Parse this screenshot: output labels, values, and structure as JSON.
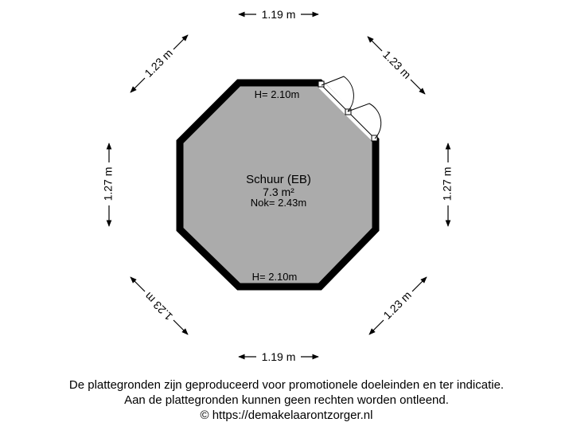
{
  "room": {
    "name": "Schuur (EB)",
    "area": "7.3 m²",
    "ridge": "Nok= 2.43m",
    "height_top": "H= 2.10m",
    "height_bottom": "H= 2.10m",
    "fill_color": "#ababab",
    "wall_color": "#000000"
  },
  "dimensions": {
    "top": "1.19 m",
    "bottom": "1.19 m",
    "left": "1.27 m",
    "right": "1.27 m",
    "top_left": "1.23 m",
    "top_right": "1.23 m",
    "bottom_left": "1.23 m",
    "bottom_right": "1.23 m"
  },
  "footer": {
    "line1": "De plattegronden zijn geproduceerd voor promotionele doeleinden en ter indicatie.",
    "line2": "Aan de plattegronden kunnen geen rechten worden ontleend.",
    "line3": "© https://demakelaarontzorger.nl"
  }
}
